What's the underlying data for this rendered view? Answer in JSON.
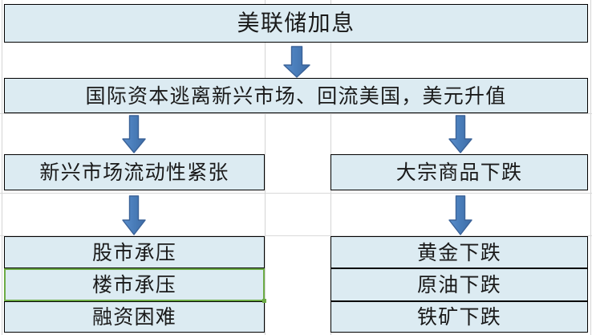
{
  "diagram": {
    "title_node": {
      "label": "美联储加息"
    },
    "level2_node": {
      "label": "国际资本逃离新兴市场、回流美国，美元升值"
    },
    "branches": [
      {
        "side": "left",
        "head": {
          "label": "新兴市场流动性紧张"
        },
        "outcomes": [
          {
            "label": "股市承压",
            "selected": false
          },
          {
            "label": "楼市承压",
            "selected": true
          },
          {
            "label": "融资困难",
            "selected": false
          }
        ]
      },
      {
        "side": "right",
        "head": {
          "label": "大宗商品下跌"
        },
        "outcomes": [
          {
            "label": "黄金下跌",
            "selected": false
          },
          {
            "label": "原油下跌",
            "selected": false
          },
          {
            "label": "铁矿下跌",
            "selected": false
          }
        ]
      }
    ],
    "arrows": [
      {
        "name": "arrow-top-to-level2"
      },
      {
        "name": "arrow-level2-to-left-head"
      },
      {
        "name": "arrow-level2-to-right-head"
      },
      {
        "name": "arrow-left-head-to-outcomes"
      },
      {
        "name": "arrow-right-head-to-outcomes"
      }
    ],
    "colors": {
      "box_fill": "#dcebf2",
      "box_border": "#000000",
      "selection_border": "#6cab45",
      "arrow_fill": "#4a7ebb",
      "arrow_stroke": "#3a6298",
      "text": "#1a1a1a",
      "grid": "#d4d4d4",
      "background": "#ffffff"
    }
  }
}
